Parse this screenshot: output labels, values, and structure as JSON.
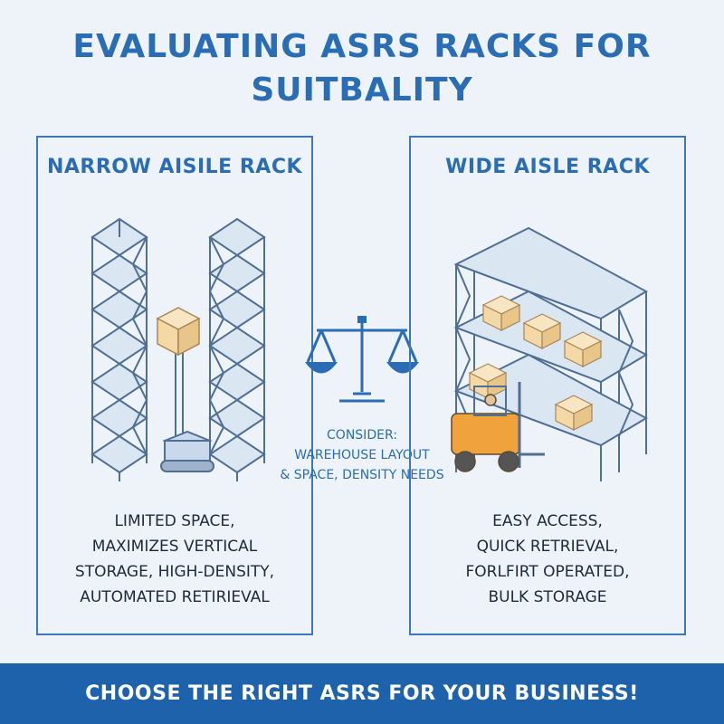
{
  "title_line1": "EVALUATING ASRS RACKS FOR",
  "title_line2": "SUITBALITY",
  "left_panel": {
    "title": "NARROW AISILE RACK",
    "lines": [
      "LIMITED SPACE,",
      "MAXIMIZES VERTICAL",
      "STORAGE, HIGH-DENSITY,",
      "AUTOMATED RETIRIEVAL"
    ]
  },
  "right_panel": {
    "title": "WIDE AISLE RACK",
    "lines": [
      "EASY ACCESS,",
      "QUICK RETRIEVAL,",
      "FORLFIRT OPERATED,",
      "BULK STORAGE"
    ]
  },
  "center": {
    "lines": [
      "CONSIDER:",
      "WAREHOUSE LAYOUT",
      "& SPACE, DENSITY NEEDS"
    ]
  },
  "footer": "CHOOSE THE RIGHT ASRS FOR YOUR BUSINESS!",
  "colors": {
    "accent": "#2a6db4",
    "footer_bg": "#1f62ac",
    "box": "#f4d9a6",
    "forklift": "#f0a23c"
  }
}
